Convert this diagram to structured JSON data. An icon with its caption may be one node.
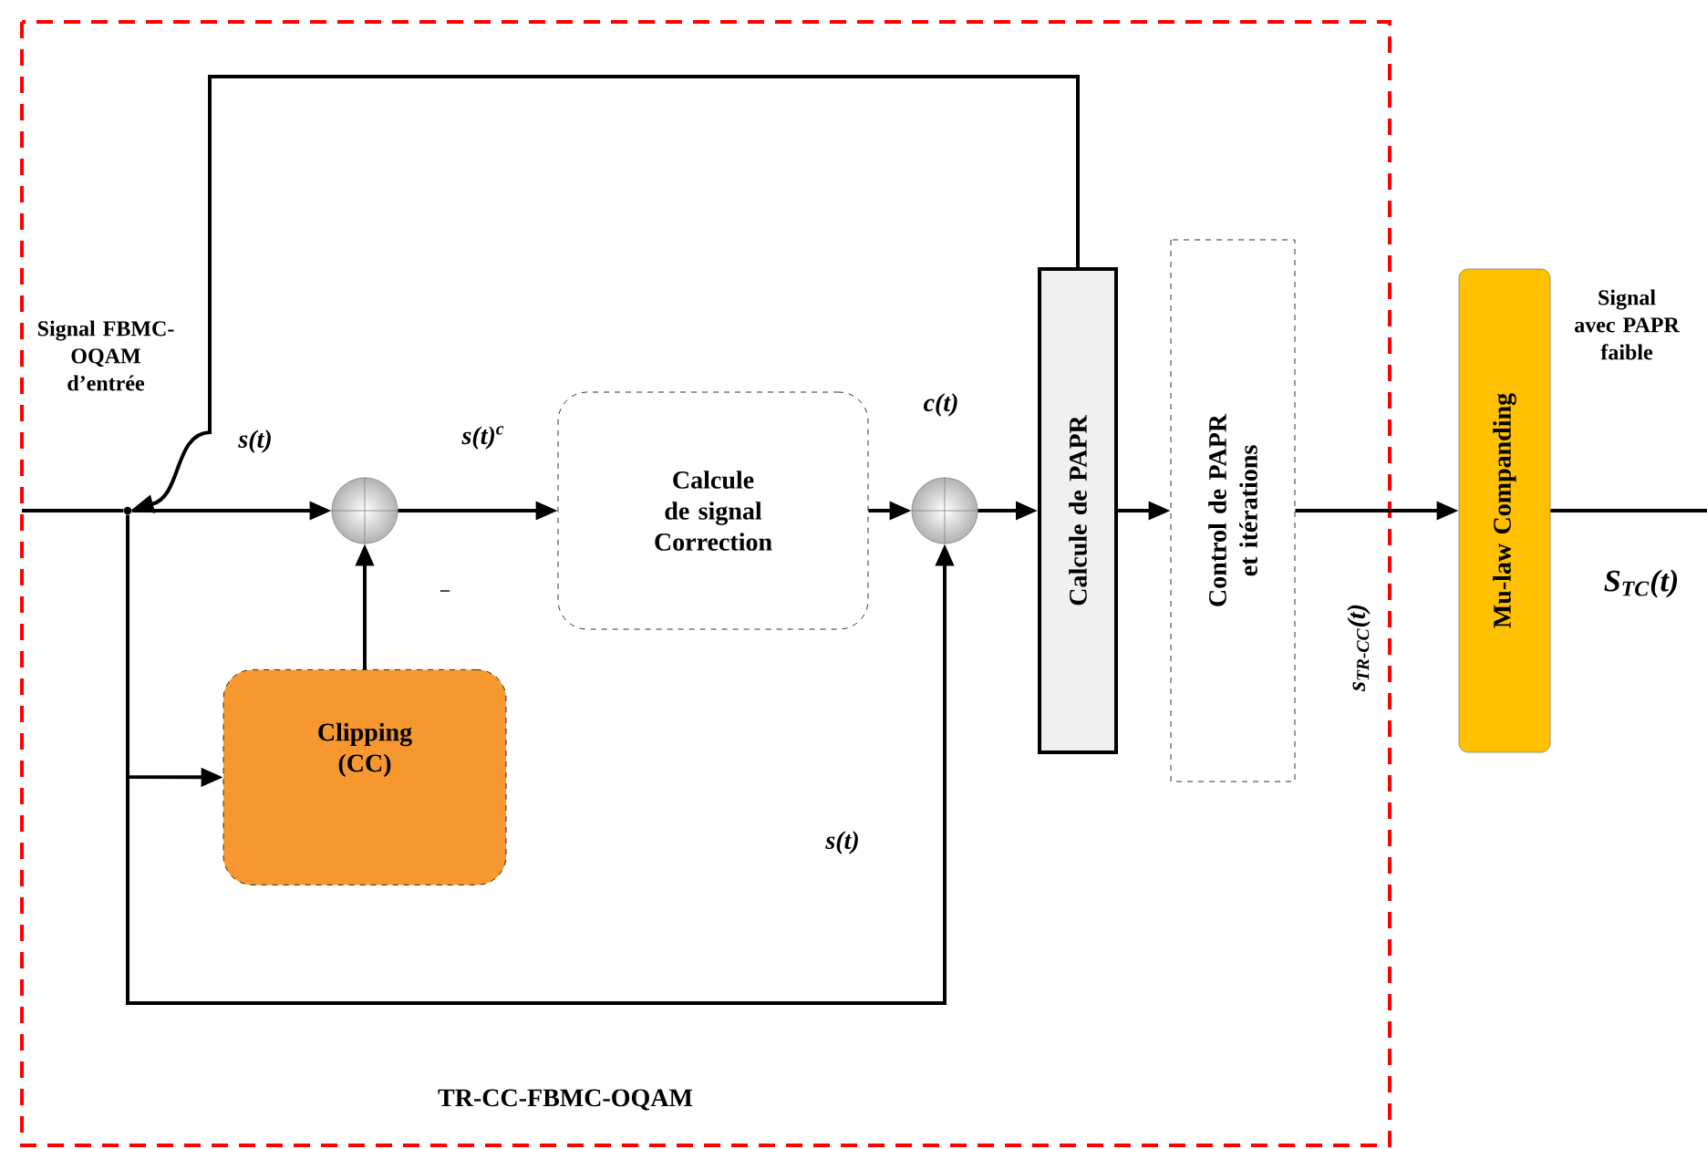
{
  "diagram": {
    "nodes": [
      {
        "text": [
          "TR-CC-FBMC-OQAM"
        ]
      },
      {
        "text": [],
        "shape": "point",
        "in": 0
      },
      {
        "text": [],
        "shape": "circle",
        "in": 0
      },
      {
        "text": [
          "Calcule de signal Correction"
        ],
        "in": 0
      },
      {
        "text": [],
        "shape": "circle",
        "in": 0
      },
      {
        "text": [
          "Calcule de PAPR"
        ],
        "in": 0
      },
      {
        "text": [
          "Control de PAPR et itérations"
        ],
        "in": 0
      },
      {
        "text": [
          "Clipping (CC)"
        ],
        "in": 0
      },
      {
        "text": [
          "Mu-law Companding"
        ]
      }
    ],
    "edges": [
      {
        "from": null,
        "to": 1,
        "arrow": "none"
      },
      {
        "from": 1,
        "to": 2,
        "arrow": "to",
        "label": "s(t)"
      },
      {
        "from": 2,
        "to": 3,
        "arrow": "to",
        "label": "s(t)$^{c}$"
      },
      {
        "from": 3,
        "to": 4,
        "arrow": "to",
        "label": "c(t)"
      },
      {
        "from": 4,
        "to": 5,
        "arrow": "to"
      },
      {
        "from": 5,
        "to": 6,
        "arrow": "to"
      },
      {
        "from": 6,
        "to": 8,
        "arrow": "to",
        "label": "s$_{TR-CC}$(t)"
      },
      {
        "from": 7,
        "to": 2,
        "arrow": "to"
      },
      {
        "from": 1,
        "to": 7,
        "arrow": "to"
      },
      {
        "from": 1,
        "to": 4,
        "arrow": "to",
        "label": "s(t)"
      },
      {
        "from": 5,
        "to": 1,
        "arrow": "to"
      },
      {
        "from": 8,
        "to": null,
        "arrow": "none"
      }
    ],
    "labels": [
      "Signal FBMC-OQAM d’entrée",
      "–",
      "Signal avec PAPR faible",
      "S$_{TC}$(t)"
    ]
  }
}
